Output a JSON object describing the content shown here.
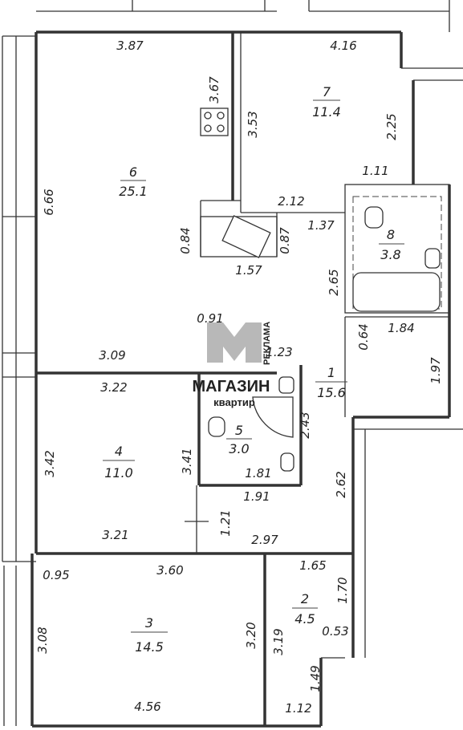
{
  "rooms": [
    {
      "number": "1",
      "area": "15.6"
    },
    {
      "number": "2",
      "area": "4.5"
    },
    {
      "number": "3",
      "area": "14.5"
    },
    {
      "number": "4",
      "area": "11.0"
    },
    {
      "number": "5",
      "area": "3.0"
    },
    {
      "number": "6",
      "area": "25.1"
    },
    {
      "number": "7",
      "area": "11.4"
    },
    {
      "number": "8",
      "area": "3.8"
    }
  ],
  "dimensions": {
    "d387": "3.87",
    "d416": "4.16",
    "d367": "3.67",
    "d353": "3.53",
    "d225": "2.25",
    "d111": "1.11",
    "d666": "6.66",
    "d212": "2.12",
    "d137": "1.37",
    "d084": "0.84",
    "d087": "0.87",
    "d157": "1.57",
    "d265": "2.65",
    "d091": "0.91",
    "d064": "0.64",
    "d184": "1.84",
    "d309": "3.09",
    "d123": "1.23",
    "d197": "1.97",
    "d322": "3.22",
    "d243": "2.43",
    "d342": "3.42",
    "d341": "3.41",
    "d181": "1.81",
    "d191": "1.91",
    "d262": "2.62",
    "d121": "1.21",
    "d321": "3.21",
    "d297": "2.97",
    "d095": "0.95",
    "d360": "3.60",
    "d165": "1.65",
    "d170": "1.70",
    "d308": "3.08",
    "d320": "3.20",
    "d319": "3.19",
    "d053": "0.53",
    "d149": "1.49",
    "d456": "4.56",
    "d112": "1.12"
  },
  "logo": {
    "line1": "МАГАЗИН",
    "line2": "квартир",
    "side": "РЕКЛАМА"
  },
  "colors": {
    "logo_main": "#8a8a8a",
    "logo_light": "#cfcfcf"
  }
}
